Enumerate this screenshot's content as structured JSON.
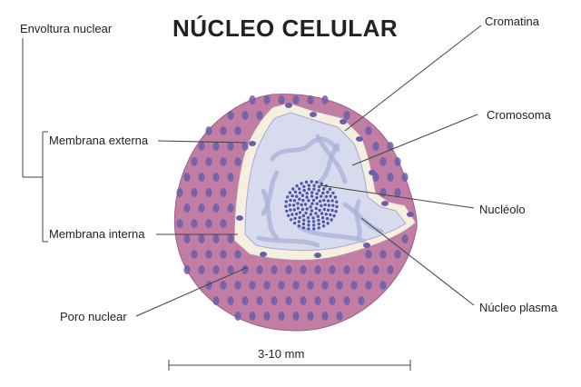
{
  "title": "NÚCLEO CELULAR",
  "labels": {
    "envoltura": "Envoltura nuclear",
    "membrana_externa": "Membrana externa",
    "membrana_interna": "Membrana interna",
    "poro_nuclear": "Poro nuclear",
    "cromatina": "Cromatina",
    "cromosoma": "Cromosoma",
    "nucleolo": "Nucléolo",
    "nucleo_plasma": "Núcleo plasma"
  },
  "scale": {
    "label": "3-10 mm"
  },
  "colors": {
    "outer_shell": "#c27da4",
    "pore": "#6a5fa8",
    "membrane_gap": "#f5efdf",
    "interior": "#d8dbee",
    "nucleolus": "#4e57a8",
    "line": "#444444"
  }
}
